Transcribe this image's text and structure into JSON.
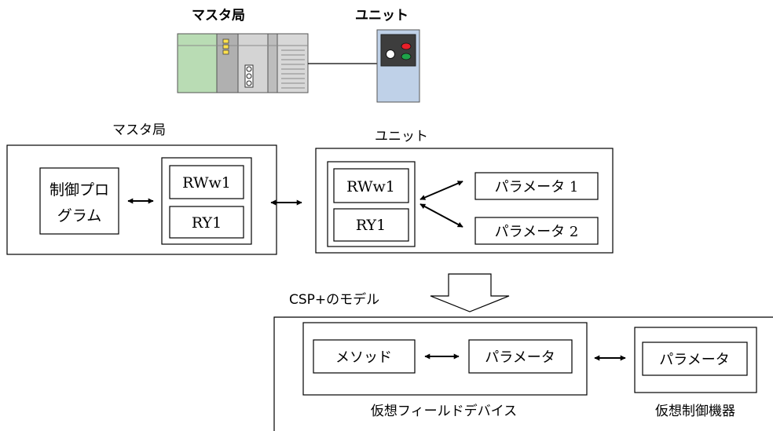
{
  "hardware": {
    "master_caption": "マスタ局",
    "unit_caption": "ユニット"
  },
  "master": {
    "title": "マスタ局",
    "program_line1": "制御プロ",
    "program_line2": "グラム",
    "register_rww": "RWw1",
    "register_ry": "RY1"
  },
  "unit": {
    "title": "ユニット",
    "register_rww": "RWw1",
    "register_ry": "RY1",
    "param1": "パラメータ 1",
    "param2": "パラメータ 2"
  },
  "csp": {
    "model_label": "CSP+のモデル",
    "method": "メソッド",
    "parameter": "パラメータ",
    "device_caption": "仮想フィールドデバイス",
    "control_parameter": "パラメータ",
    "control_caption": "仮想制御機器"
  },
  "colors": {
    "line": "#000000",
    "plc_body": "#c9c9c9",
    "plc_green": "#b9dcb4",
    "led_yellow": "#ffe14d",
    "led_red": "#e8202a",
    "led_green": "#1fa34a",
    "unit_face": "#bfd1e8",
    "unit_panel": "#3d3d3d"
  }
}
